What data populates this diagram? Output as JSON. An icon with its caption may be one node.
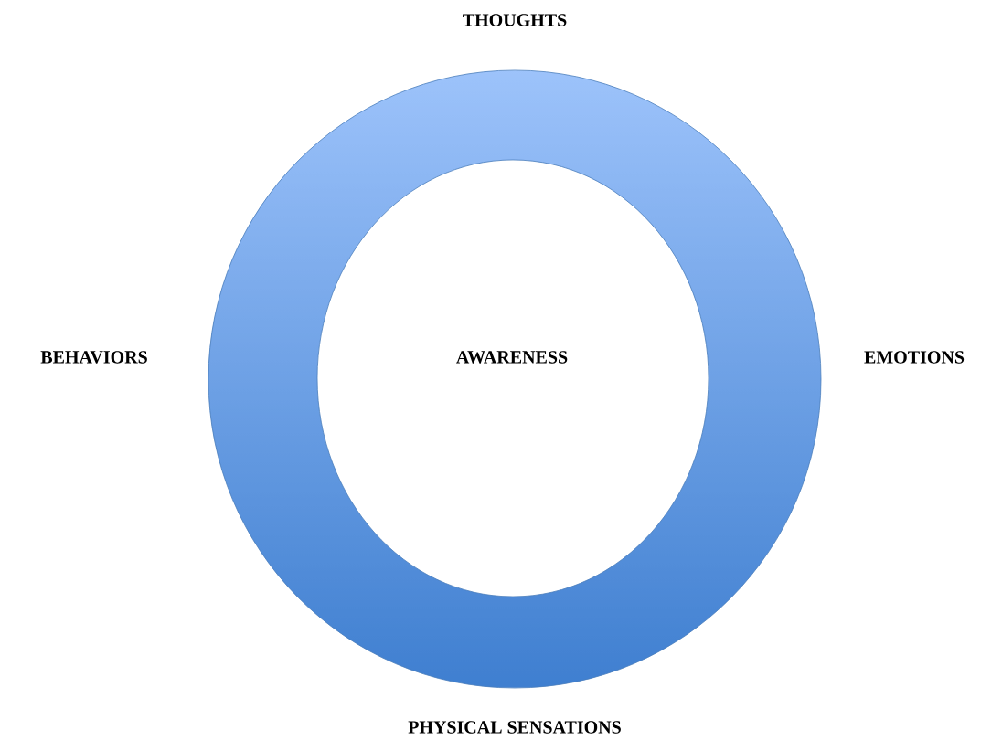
{
  "diagram": {
    "nodes": [
      {
        "text": [
          "AWARENESS"
        ]
      }
    ],
    "labels": [
      "THOUGHTS",
      "BEHAVIORS",
      "EMOTIONS",
      "PHYSICAL SENSATIONS"
    ]
  }
}
